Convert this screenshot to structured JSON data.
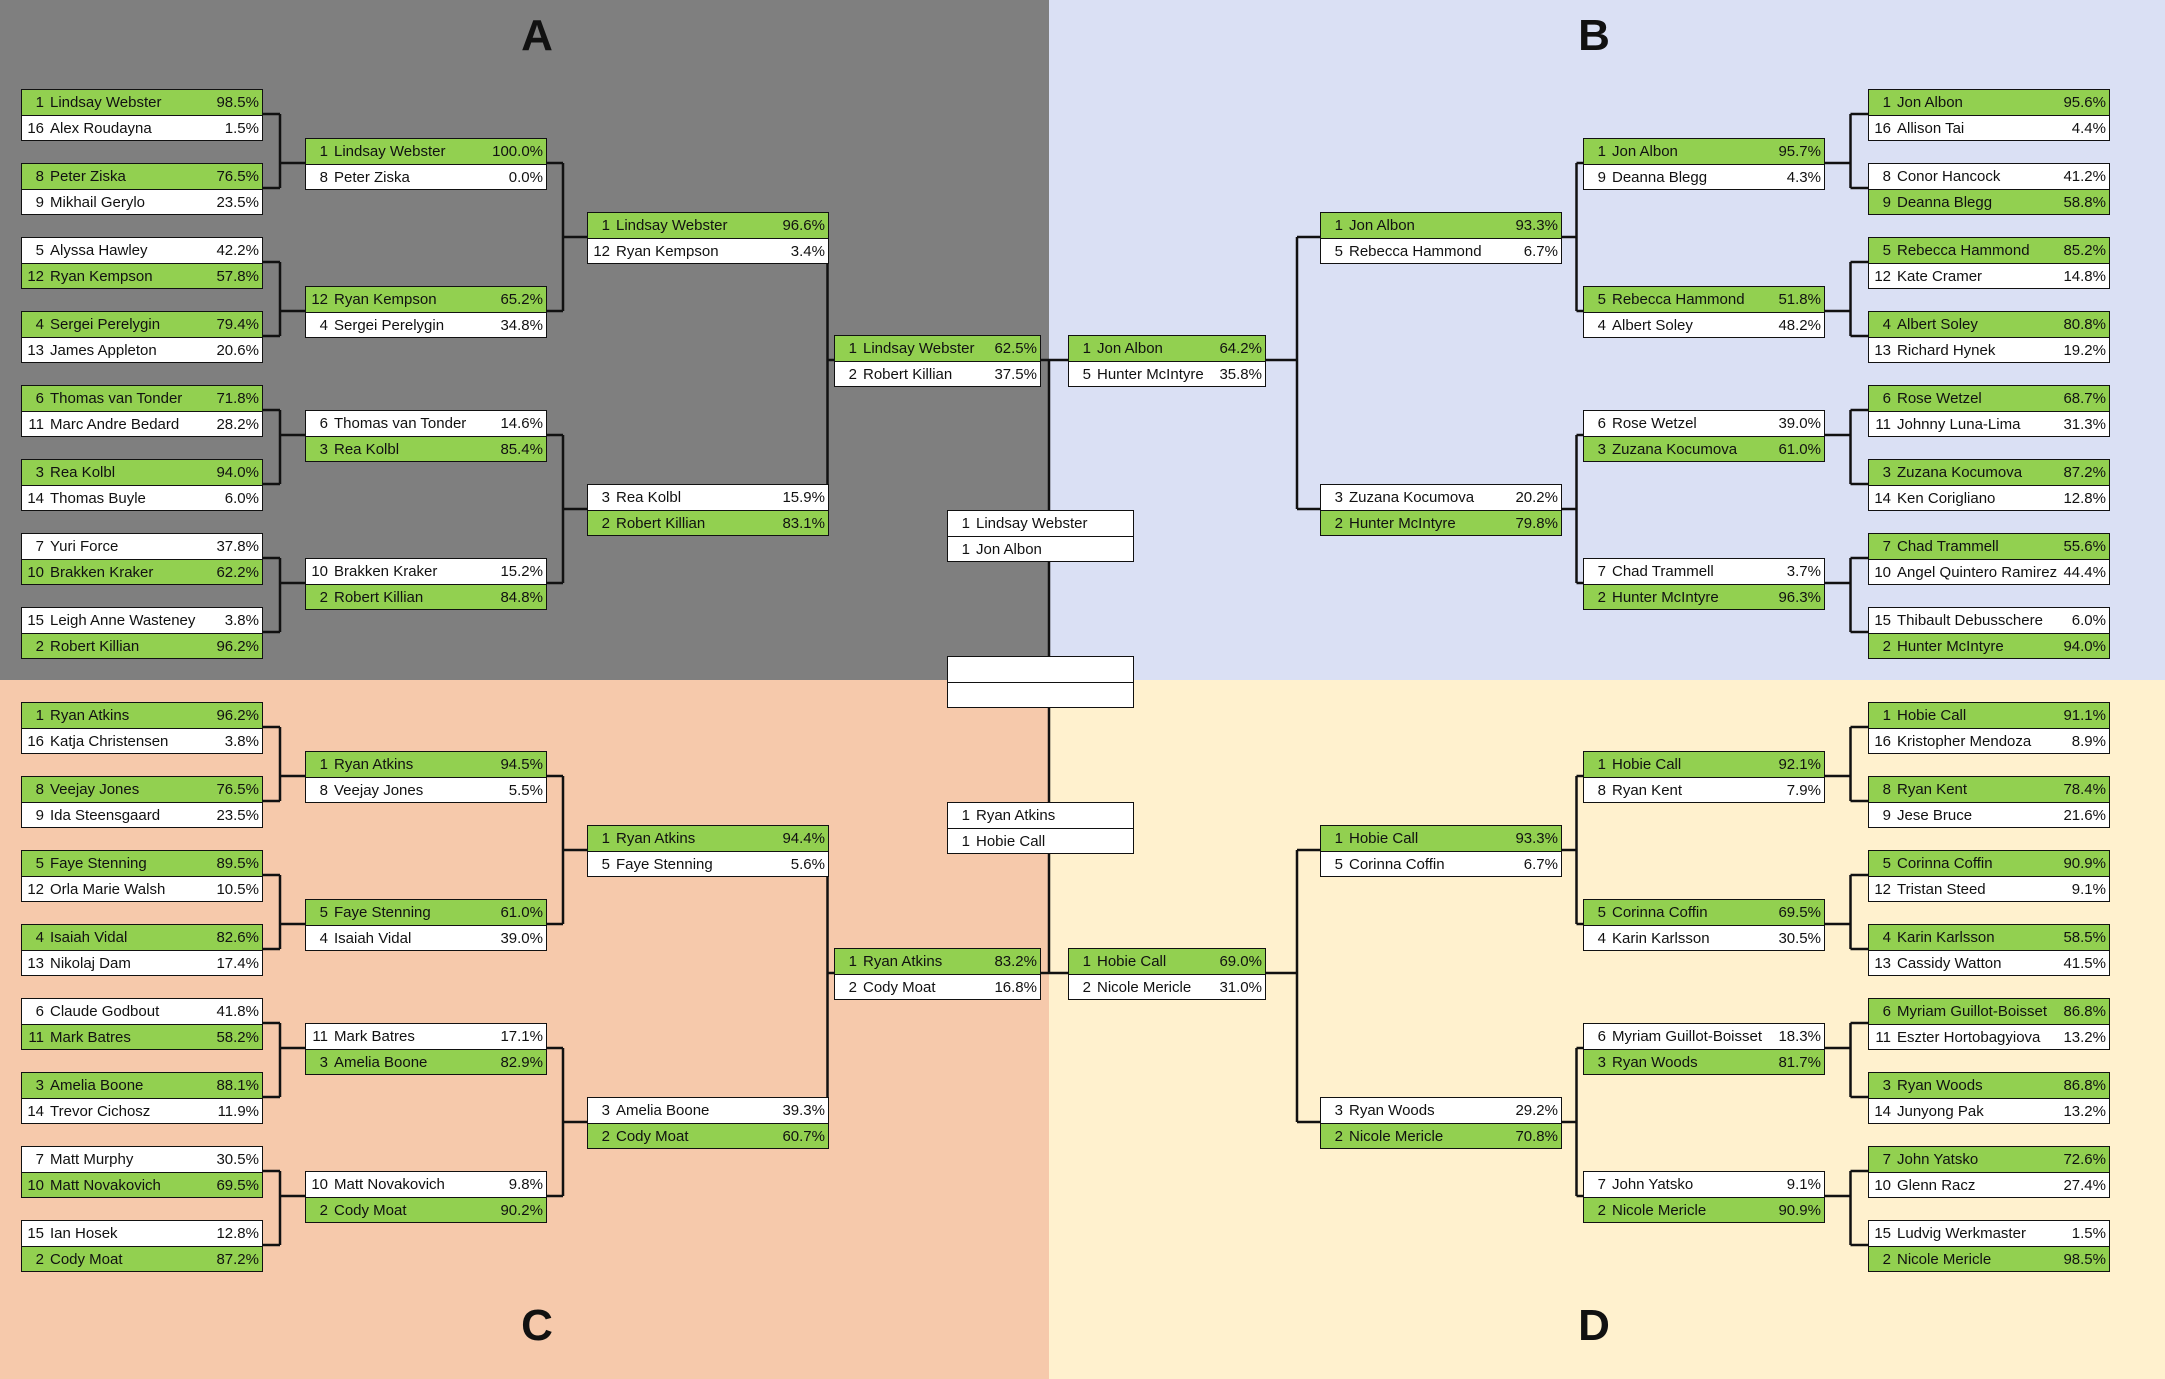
{
  "regions": [
    {
      "letter": "A",
      "color": "#7f7f7f"
    },
    {
      "letter": "B",
      "color": "#dae0f4"
    },
    {
      "letter": "C",
      "color": "#f6c9ab"
    },
    {
      "letter": "D",
      "color": "#fff1ce"
    }
  ],
  "colors": {
    "winner": "#92d050",
    "line": "#111111"
  },
  "bracket": {
    "A": {
      "r1": [
        [
          [
            "1",
            "Lindsay Webster",
            "98.5%"
          ],
          [
            "16",
            "Alex Roudayna",
            "1.5%"
          ]
        ],
        [
          [
            "8",
            "Peter Ziska",
            "76.5%"
          ],
          [
            "9",
            "Mikhail Gerylo",
            "23.5%"
          ]
        ],
        [
          [
            "5",
            "Alyssa Hawley",
            "42.2%"
          ],
          [
            "12",
            "Ryan Kempson",
            "57.8%"
          ]
        ],
        [
          [
            "4",
            "Sergei Perelygin",
            "79.4%"
          ],
          [
            "13",
            "James Appleton",
            "20.6%"
          ]
        ],
        [
          [
            "6",
            "Thomas van Tonder",
            "71.8%"
          ],
          [
            "11",
            "Marc Andre Bedard",
            "28.2%"
          ]
        ],
        [
          [
            "3",
            "Rea Kolbl",
            "94.0%"
          ],
          [
            "14",
            "Thomas Buyle",
            "6.0%"
          ]
        ],
        [
          [
            "7",
            "Yuri Force",
            "37.8%"
          ],
          [
            "10",
            "Brakken Kraker",
            "62.2%"
          ]
        ],
        [
          [
            "15",
            "Leigh Anne Wasteney",
            "3.8%"
          ],
          [
            "2",
            "Robert Killian",
            "96.2%"
          ]
        ]
      ],
      "r2": [
        [
          [
            "1",
            "Lindsay Webster",
            "100.0%"
          ],
          [
            "8",
            "Peter Ziska",
            "0.0%"
          ]
        ],
        [
          [
            "12",
            "Ryan Kempson",
            "65.2%"
          ],
          [
            "4",
            "Sergei Perelygin",
            "34.8%"
          ]
        ],
        [
          [
            "6",
            "Thomas van Tonder",
            "14.6%"
          ],
          [
            "3",
            "Rea Kolbl",
            "85.4%"
          ]
        ],
        [
          [
            "10",
            "Brakken Kraker",
            "15.2%"
          ],
          [
            "2",
            "Robert Killian",
            "84.8%"
          ]
        ]
      ],
      "r3": [
        [
          [
            "1",
            "Lindsay Webster",
            "96.6%"
          ],
          [
            "12",
            "Ryan Kempson",
            "3.4%"
          ]
        ],
        [
          [
            "3",
            "Rea Kolbl",
            "15.9%"
          ],
          [
            "2",
            "Robert Killian",
            "83.1%"
          ]
        ]
      ],
      "r4": [
        [
          [
            "1",
            "Lindsay Webster",
            "62.5%"
          ],
          [
            "2",
            "Robert Killian",
            "37.5%"
          ]
        ]
      ]
    },
    "B": {
      "r1": [
        [
          [
            "1",
            "Jon Albon",
            "95.6%"
          ],
          [
            "16",
            "Allison Tai",
            "4.4%"
          ]
        ],
        [
          [
            "8",
            "Conor Hancock",
            "41.2%"
          ],
          [
            "9",
            "Deanna Blegg",
            "58.8%"
          ]
        ],
        [
          [
            "5",
            "Rebecca Hammond",
            "85.2%"
          ],
          [
            "12",
            "Kate Cramer",
            "14.8%"
          ]
        ],
        [
          [
            "4",
            "Albert Soley",
            "80.8%"
          ],
          [
            "13",
            "Richard Hynek",
            "19.2%"
          ]
        ],
        [
          [
            "6",
            "Rose Wetzel",
            "68.7%"
          ],
          [
            "11",
            "Johnny Luna-Lima",
            "31.3%"
          ]
        ],
        [
          [
            "3",
            "Zuzana Kocumova",
            "87.2%"
          ],
          [
            "14",
            "Ken Corigliano",
            "12.8%"
          ]
        ],
        [
          [
            "7",
            "Chad Trammell",
            "55.6%"
          ],
          [
            "10",
            "Angel Quintero Ramirez",
            "44.4%"
          ]
        ],
        [
          [
            "15",
            "Thibault Debusschere",
            "6.0%"
          ],
          [
            "2",
            "Hunter McIntyre",
            "94.0%"
          ]
        ]
      ],
      "r2": [
        [
          [
            "1",
            "Jon Albon",
            "95.7%"
          ],
          [
            "9",
            "Deanna Blegg",
            "4.3%"
          ]
        ],
        [
          [
            "5",
            "Rebecca Hammond",
            "51.8%"
          ],
          [
            "4",
            "Albert Soley",
            "48.2%"
          ]
        ],
        [
          [
            "6",
            "Rose Wetzel",
            "39.0%"
          ],
          [
            "3",
            "Zuzana Kocumova",
            "61.0%"
          ]
        ],
        [
          [
            "7",
            "Chad Trammell",
            "3.7%"
          ],
          [
            "2",
            "Hunter McIntyre",
            "96.3%"
          ]
        ]
      ],
      "r3": [
        [
          [
            "1",
            "Jon Albon",
            "93.3%"
          ],
          [
            "5",
            "Rebecca Hammond",
            "6.7%"
          ]
        ],
        [
          [
            "3",
            "Zuzana Kocumova",
            "20.2%"
          ],
          [
            "2",
            "Hunter McIntyre",
            "79.8%"
          ]
        ]
      ],
      "r4": [
        [
          [
            "1",
            "Jon Albon",
            "64.2%"
          ],
          [
            "5",
            "Hunter McIntyre",
            "35.8%"
          ]
        ]
      ]
    },
    "C": {
      "r1": [
        [
          [
            "1",
            "Ryan Atkins",
            "96.2%"
          ],
          [
            "16",
            "Katja Christensen",
            "3.8%"
          ]
        ],
        [
          [
            "8",
            "Veejay Jones",
            "76.5%"
          ],
          [
            "9",
            "Ida Steensgaard",
            "23.5%"
          ]
        ],
        [
          [
            "5",
            "Faye Stenning",
            "89.5%"
          ],
          [
            "12",
            "Orla Marie Walsh",
            "10.5%"
          ]
        ],
        [
          [
            "4",
            "Isaiah Vidal",
            "82.6%"
          ],
          [
            "13",
            "Nikolaj Dam",
            "17.4%"
          ]
        ],
        [
          [
            "6",
            "Claude Godbout",
            "41.8%"
          ],
          [
            "11",
            "Mark Batres",
            "58.2%"
          ]
        ],
        [
          [
            "3",
            "Amelia Boone",
            "88.1%"
          ],
          [
            "14",
            "Trevor Cichosz",
            "11.9%"
          ]
        ],
        [
          [
            "7",
            "Matt Murphy",
            "30.5%"
          ],
          [
            "10",
            "Matt Novakovich",
            "69.5%"
          ]
        ],
        [
          [
            "15",
            "Ian Hosek",
            "12.8%"
          ],
          [
            "2",
            "Cody Moat",
            "87.2%"
          ]
        ]
      ],
      "r2": [
        [
          [
            "1",
            "Ryan Atkins",
            "94.5%"
          ],
          [
            "8",
            "Veejay Jones",
            "5.5%"
          ]
        ],
        [
          [
            "5",
            "Faye Stenning",
            "61.0%"
          ],
          [
            "4",
            "Isaiah Vidal",
            "39.0%"
          ]
        ],
        [
          [
            "11",
            "Mark Batres",
            "17.1%"
          ],
          [
            "3",
            "Amelia Boone",
            "82.9%"
          ]
        ],
        [
          [
            "10",
            "Matt Novakovich",
            "9.8%"
          ],
          [
            "2",
            "Cody Moat",
            "90.2%"
          ]
        ]
      ],
      "r3": [
        [
          [
            "1",
            "Ryan Atkins",
            "94.4%"
          ],
          [
            "5",
            "Faye Stenning",
            "5.6%"
          ]
        ],
        [
          [
            "3",
            "Amelia Boone",
            "39.3%"
          ],
          [
            "2",
            "Cody Moat",
            "60.7%"
          ]
        ]
      ],
      "r4": [
        [
          [
            "1",
            "Ryan Atkins",
            "83.2%"
          ],
          [
            "2",
            "Cody Moat",
            "16.8%"
          ]
        ]
      ]
    },
    "D": {
      "r1": [
        [
          [
            "1",
            "Hobie Call",
            "91.1%"
          ],
          [
            "16",
            "Kristopher Mendoza",
            "8.9%"
          ]
        ],
        [
          [
            "8",
            "Ryan Kent",
            "78.4%"
          ],
          [
            "9",
            "Jese Bruce",
            "21.6%"
          ]
        ],
        [
          [
            "5",
            "Corinna Coffin",
            "90.9%"
          ],
          [
            "12",
            "Tristan Steed",
            "9.1%"
          ]
        ],
        [
          [
            "4",
            "Karin Karlsson",
            "58.5%"
          ],
          [
            "13",
            "Cassidy Watton",
            "41.5%"
          ]
        ],
        [
          [
            "6",
            "Myriam Guillot-Boisset",
            "86.8%"
          ],
          [
            "11",
            "Eszter Hortobagyiova",
            "13.2%"
          ]
        ],
        [
          [
            "3",
            "Ryan Woods",
            "86.8%"
          ],
          [
            "14",
            "Junyong Pak",
            "13.2%"
          ]
        ],
        [
          [
            "7",
            "John Yatsko",
            "72.6%"
          ],
          [
            "10",
            "Glenn Racz",
            "27.4%"
          ]
        ],
        [
          [
            "15",
            "Ludvig Werkmaster",
            "1.5%"
          ],
          [
            "2",
            "Nicole Mericle",
            "98.5%"
          ]
        ]
      ],
      "r2": [
        [
          [
            "1",
            "Hobie Call",
            "92.1%"
          ],
          [
            "8",
            "Ryan Kent",
            "7.9%"
          ]
        ],
        [
          [
            "5",
            "Corinna Coffin",
            "69.5%"
          ],
          [
            "4",
            "Karin Karlsson",
            "30.5%"
          ]
        ],
        [
          [
            "6",
            "Myriam Guillot-Boisset",
            "18.3%"
          ],
          [
            "3",
            "Ryan Woods",
            "81.7%"
          ]
        ],
        [
          [
            "7",
            "John Yatsko",
            "9.1%"
          ],
          [
            "2",
            "Nicole Mericle",
            "90.9%"
          ]
        ]
      ],
      "r3": [
        [
          [
            "1",
            "Hobie Call",
            "93.3%"
          ],
          [
            "5",
            "Corinna Coffin",
            "6.7%"
          ]
        ],
        [
          [
            "3",
            "Ryan Woods",
            "29.2%"
          ],
          [
            "2",
            "Nicole Mericle",
            "70.8%"
          ]
        ]
      ],
      "r4": [
        [
          [
            "1",
            "Hobie Call",
            "69.0%"
          ],
          [
            "2",
            "Nicole Mericle",
            "31.0%"
          ]
        ]
      ]
    },
    "semis": [
      [
        [
          "1",
          "Lindsay Webster",
          ""
        ],
        [
          "1",
          "Jon Albon",
          ""
        ]
      ],
      [
        [
          "1",
          "Ryan Atkins",
          ""
        ],
        [
          "1",
          "Hobie Call",
          ""
        ]
      ]
    ],
    "final": [
      [
        "",
        "",
        ""
      ],
      [
        "",
        "",
        ""
      ]
    ]
  }
}
